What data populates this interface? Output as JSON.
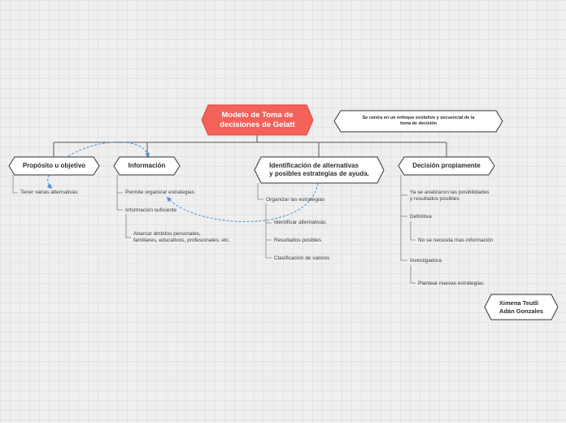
{
  "root": {
    "title": "Modelo de Toma de\ndecisiones de Gelatt",
    "color": "#f2615a"
  },
  "note": {
    "text": "Se centra en un enfoque evolutivo y secuencial de la\ntoma de decisión"
  },
  "author": {
    "text": "Ximena Teutli\nAdán Gonzales"
  },
  "branches": [
    {
      "title": "Propósito u objetivo",
      "items": [
        "Tener varias alternativas"
      ]
    },
    {
      "title": "Información",
      "items": [
        "Permite organizar estrategias",
        "Información suficiente",
        "Abarcar ámbitos personales,\nfamiliares, educativos, profesionales, etc."
      ]
    },
    {
      "title": "Identificación de alternativas\ny posibles estrategias de ayuda.",
      "items": [
        "Organizar las estrategias",
        "Identificar alternativas.",
        "Resultados posibles",
        "Clasificación de valores"
      ]
    },
    {
      "title": "Decisión propiamente",
      "items": [
        "Ya se analizaron las posibilidades\ny resultados posibles",
        "Definitiva",
        "No se necesita mas información",
        "Investigadora",
        "Plantear nuevas estrategias"
      ]
    }
  ],
  "colors": {
    "line": "#555555",
    "leaf_line": "#9a9a9a",
    "relation": "#4a90d9"
  }
}
